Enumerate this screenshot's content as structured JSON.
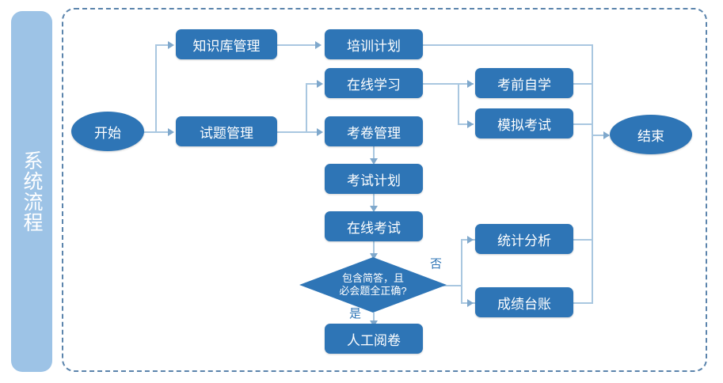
{
  "diagram": {
    "title_banner": "系统流程",
    "colors": {
      "node_fill": "#2E75B6",
      "banner_fill": "#9DC3E6",
      "frame_border": "#5B84AC",
      "connector": "#A9C7E0",
      "arrow": "#7FA8CC",
      "node_text": "#FFFFFF",
      "edge_label_text": "#2E75B6",
      "background": "#FFFFFF"
    },
    "nodes": {
      "start": {
        "label": "开始",
        "shape": "ellipse"
      },
      "end": {
        "label": "结束",
        "shape": "ellipse"
      },
      "knowledge_base": {
        "label": "知识库管理",
        "shape": "process"
      },
      "training_plan": {
        "label": "培训计划",
        "shape": "process"
      },
      "question_bank": {
        "label": "试题管理",
        "shape": "process"
      },
      "online_learning": {
        "label": "在线学习",
        "shape": "process"
      },
      "exam_paper": {
        "label": "考卷管理",
        "shape": "process"
      },
      "exam_plan": {
        "label": "考试计划",
        "shape": "process"
      },
      "online_exam": {
        "label": "在线考试",
        "shape": "process"
      },
      "pre_exam_study": {
        "label": "考前自学",
        "shape": "process"
      },
      "mock_exam": {
        "label": "模拟考试",
        "shape": "process"
      },
      "statistics": {
        "label": "统计分析",
        "shape": "process"
      },
      "score_ledger": {
        "label": "成绩台账",
        "shape": "process"
      },
      "manual_grading": {
        "label": "人工阅卷",
        "shape": "process"
      },
      "decision": {
        "label": "包含简答，且\n必会题全正确?",
        "shape": "diamond"
      }
    },
    "edge_labels": {
      "no": "否",
      "yes": "是"
    }
  }
}
